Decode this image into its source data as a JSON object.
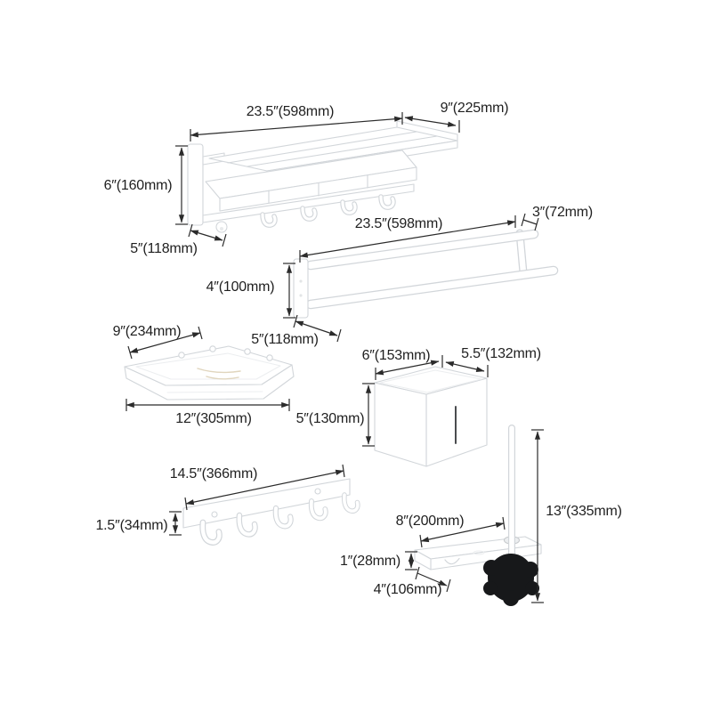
{
  "diagram": {
    "description": "Bathroom hardware set dimension diagram with six white wall-mounted accessories",
    "colors": {
      "background": "#ffffff",
      "dimension_line": "#2b2b2b",
      "label_text": "#1f1f1f",
      "product_outline": "#d2d6da",
      "product_fill": "#ffffff",
      "brush_head": "#17181a"
    },
    "products": [
      {
        "name": "folding towel rack with shelf",
        "dims": {
          "width": "23.5″(598mm)",
          "depth": "9″(225mm)",
          "height": "6″(160mm)",
          "wall_distance": "5″(118mm)"
        }
      },
      {
        "name": "double towel bar",
        "dims": {
          "width": "23.5″(598mm)",
          "end_gap": "3″(72mm)",
          "height": "4″(100mm)",
          "wall_distance": "5″(118mm)"
        }
      },
      {
        "name": "corner shelf",
        "dims": {
          "side": "9″(234mm)",
          "front_width": "12″(305mm)"
        }
      },
      {
        "name": "tissue box holder",
        "dims": {
          "width": "6″(153mm)",
          "depth": "5.5″(132mm)",
          "height": "5″(130mm)"
        }
      },
      {
        "name": "hook rail",
        "dims": {
          "width": "14.5″(366mm)",
          "height": "1.5″(34mm)"
        }
      },
      {
        "name": "toilet brush holder",
        "dims": {
          "shelf_width": "8″(200mm)",
          "total_height": "13″(335mm)",
          "shelf_thickness": "1″(28mm)",
          "shelf_depth": "4″(106mm)"
        }
      }
    ]
  }
}
